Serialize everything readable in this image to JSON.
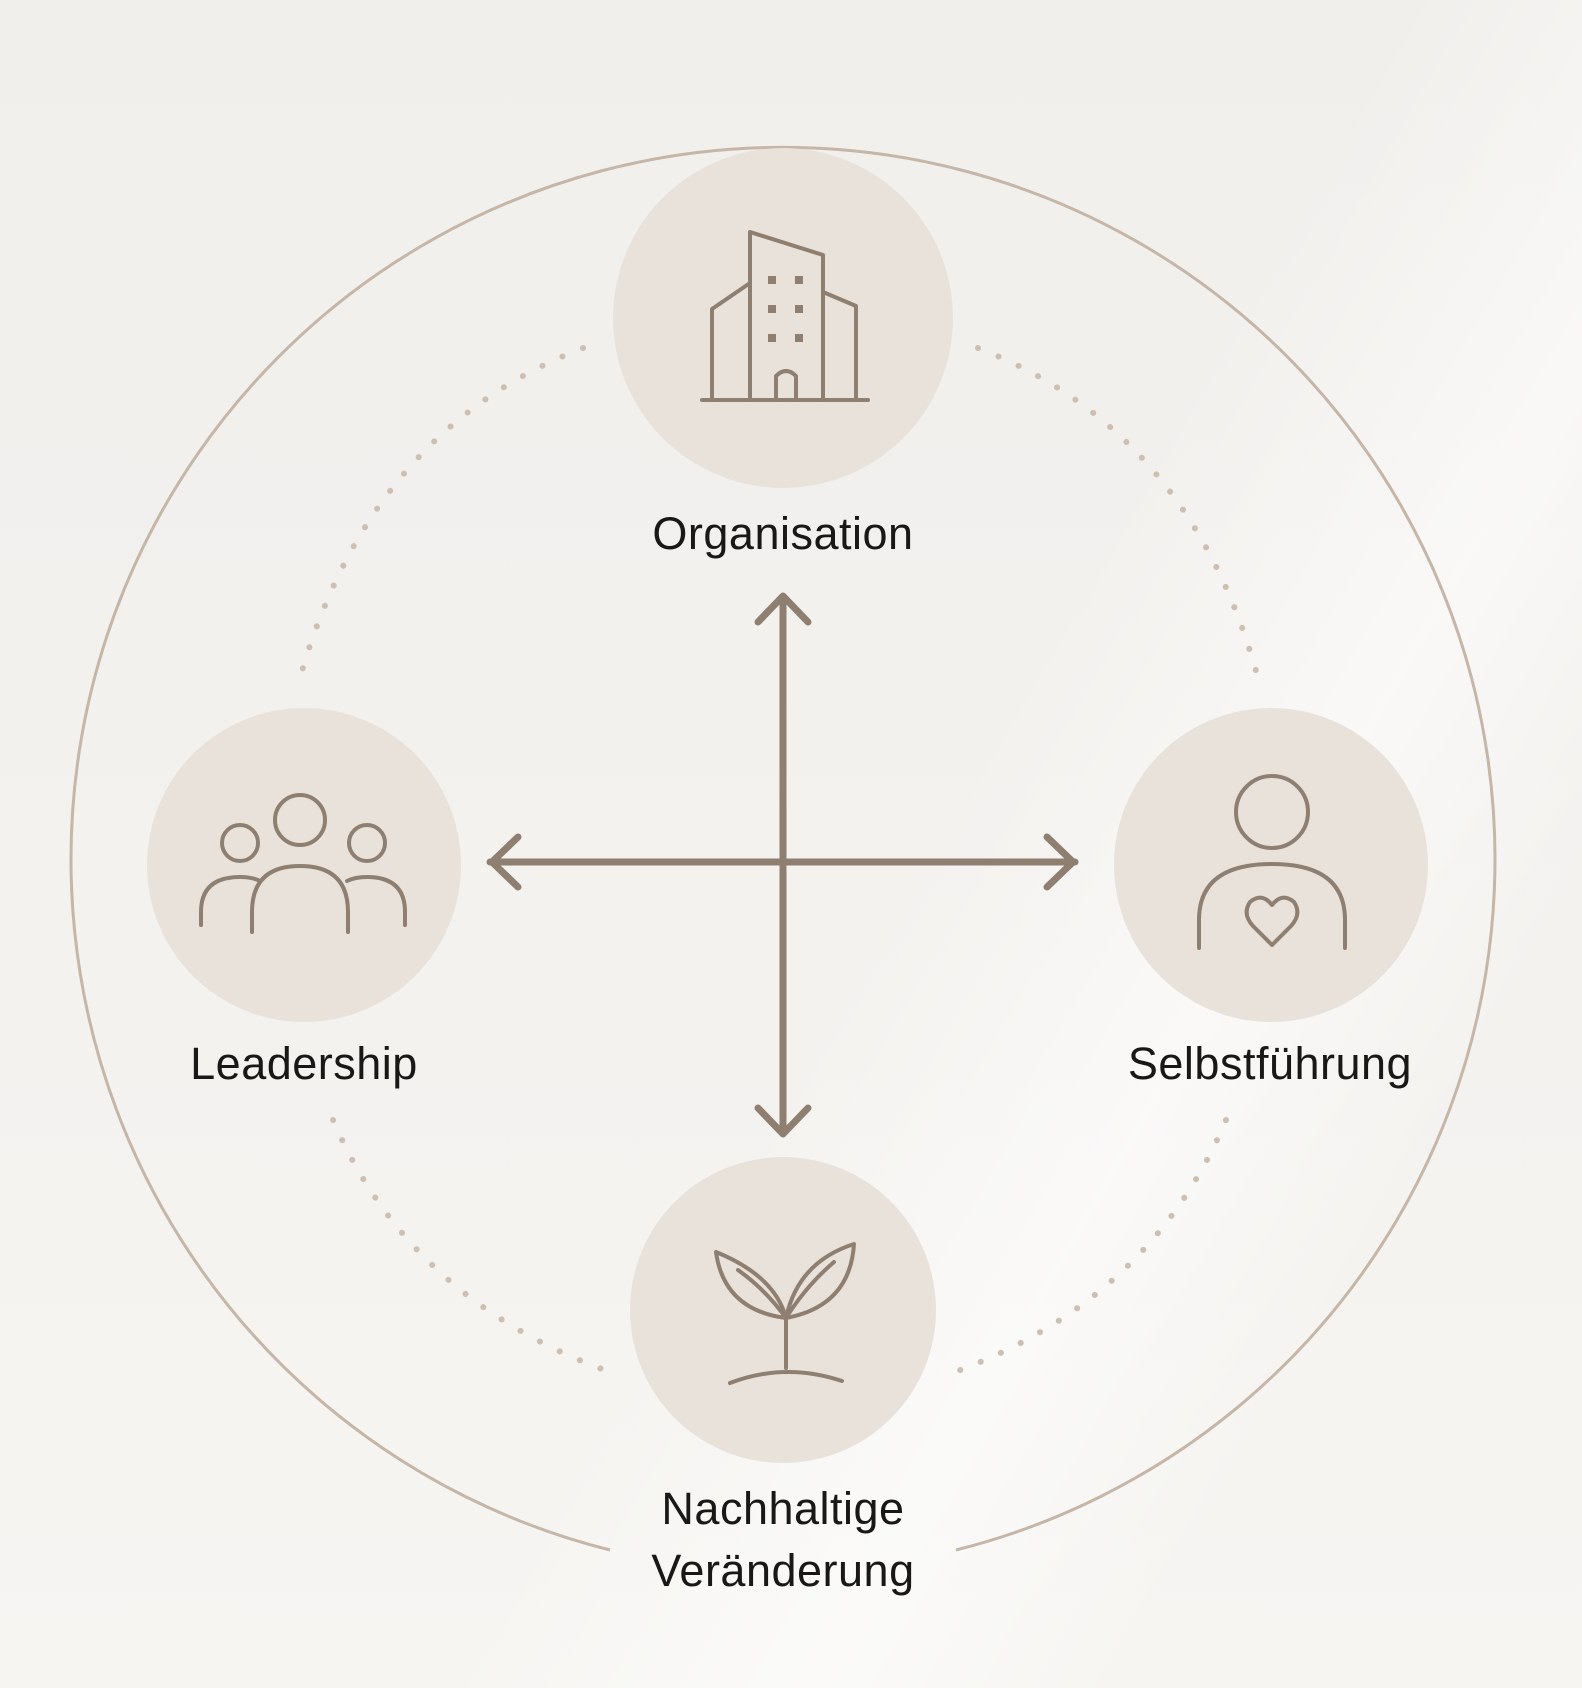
{
  "nodes": {
    "organisation": {
      "label": "Organisation",
      "icon": "building-icon"
    },
    "leadership": {
      "label": "Leadership",
      "icon": "people-group-icon"
    },
    "selbstfuehrung": {
      "label": "Selbstführung",
      "icon": "person-heart-icon"
    },
    "nachhaltige": {
      "label_line1": "Nachhaltige",
      "label_line2": "Veränderung",
      "icon": "sprout-icon"
    }
  },
  "colors": {
    "background": "#f3f1ee",
    "circle_fill": "#e8e2db",
    "line": "#8e7f70",
    "outer_ring": "#c5b6a8",
    "dots": "#cdbfb1",
    "text": "#1a1816"
  }
}
